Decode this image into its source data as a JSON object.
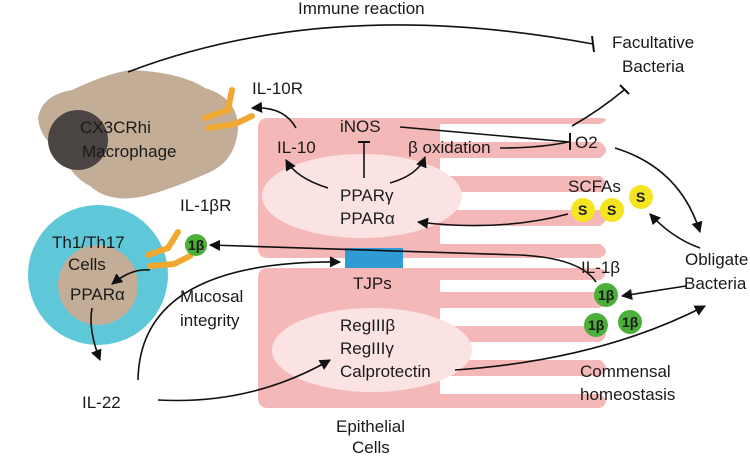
{
  "labels": {
    "immune_reaction": "Immune reaction",
    "facultative_line1": "Facultative",
    "facultative_line2": "Bacteria",
    "il10r": "IL-10R",
    "macrophage_line1": "CX3CRhi",
    "macrophage_line2": "Macrophage",
    "inos": "iNOS",
    "il10": "IL-10",
    "beta_oxidation": "β oxidation",
    "o2": "O2",
    "ppar_gamma": "PPARγ",
    "ppar_alpha_epi": "PPARα",
    "scfas": "SCFAs",
    "s_symbol": "S",
    "il1br": "IL-1βR",
    "th_line1": "Th1/Th17",
    "th_line2": "Cells",
    "ppar_alpha_th": "PPARα",
    "one_beta": "1β",
    "il1b": "IL-1β",
    "obligate_line1": "Obligate",
    "obligate_line2": "Bacteria",
    "tjps": "TJPs",
    "mucosal_line1": "Mucosal",
    "mucosal_line2": "integrity",
    "reg1": "RegIIIβ",
    "reg2": "RegIIIγ",
    "reg3": "Calprotectin",
    "commensal_line1": "Commensal",
    "commensal_line2": "homeostasis",
    "il22": "IL-22",
    "epithelial_line1": "Epithelial",
    "epithelial_line2": "Cells"
  },
  "colors": {
    "epithelium": "#f4b8b8",
    "nucleus": "#fbe3e3",
    "macrophage": "#c4ad96",
    "tcell_outer": "#5ec8d8",
    "tcell_inner": "#c4ad96",
    "receptor": "#f0a830",
    "scfa": "#f5e521",
    "il1b": "#4caf3a",
    "tjp": "#2f9bd6"
  }
}
